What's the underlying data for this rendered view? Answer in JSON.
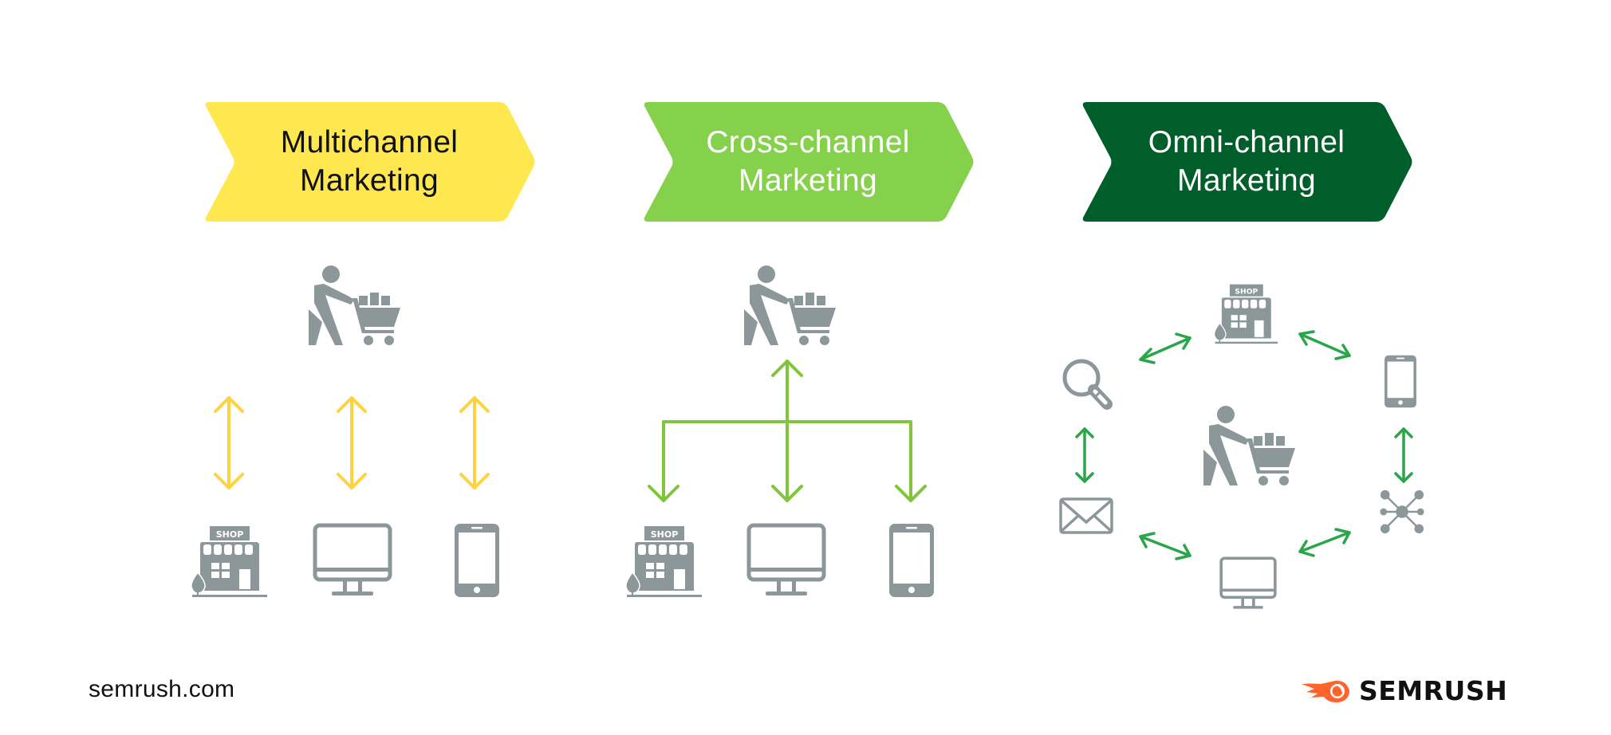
{
  "colors": {
    "multichannel": "#FFE74F",
    "cross_channel": "#85D14B",
    "omni_channel": "#005E2B",
    "icon_gray": "#8C9799",
    "arrow_yellow": "#FFD23F",
    "arrow_light_green": "#80C53B",
    "arrow_dark_green": "#2AA54A",
    "brand_orange": "#FF642D"
  },
  "sections": [
    {
      "id": "multichannel",
      "title_line1": "Multichannel",
      "title_line2": "Marketing",
      "text_color": "#111111",
      "connection": "each channel connects to the shopper separately",
      "channels": [
        "shop",
        "desktop",
        "mobile"
      ]
    },
    {
      "id": "cross-channel",
      "title_line1": "Cross-channel",
      "title_line2": "Marketing",
      "text_color": "#FFFFFF",
      "connection": "channels merge into one path to the shopper",
      "channels": [
        "shop",
        "desktop",
        "mobile"
      ]
    },
    {
      "id": "omni-channel",
      "title_line1": "Omni-channel",
      "title_line2": "Marketing",
      "text_color": "#FFFFFF",
      "connection": "channels form a connected ring around the shopper",
      "channels": [
        "shop",
        "mobile",
        "network",
        "desktop",
        "email",
        "search"
      ]
    }
  ],
  "icons": {
    "shopper": "shopper-with-cart-icon",
    "shop": "shop-storefront-icon",
    "shop_sign": "SHOP",
    "desktop": "desktop-monitor-icon",
    "mobile": "smartphone-icon",
    "search": "magnifier-icon",
    "email": "envelope-icon",
    "network": "network-hub-icon"
  },
  "footer": {
    "url": "semrush.com",
    "logo_text": "SEMRUSH"
  }
}
